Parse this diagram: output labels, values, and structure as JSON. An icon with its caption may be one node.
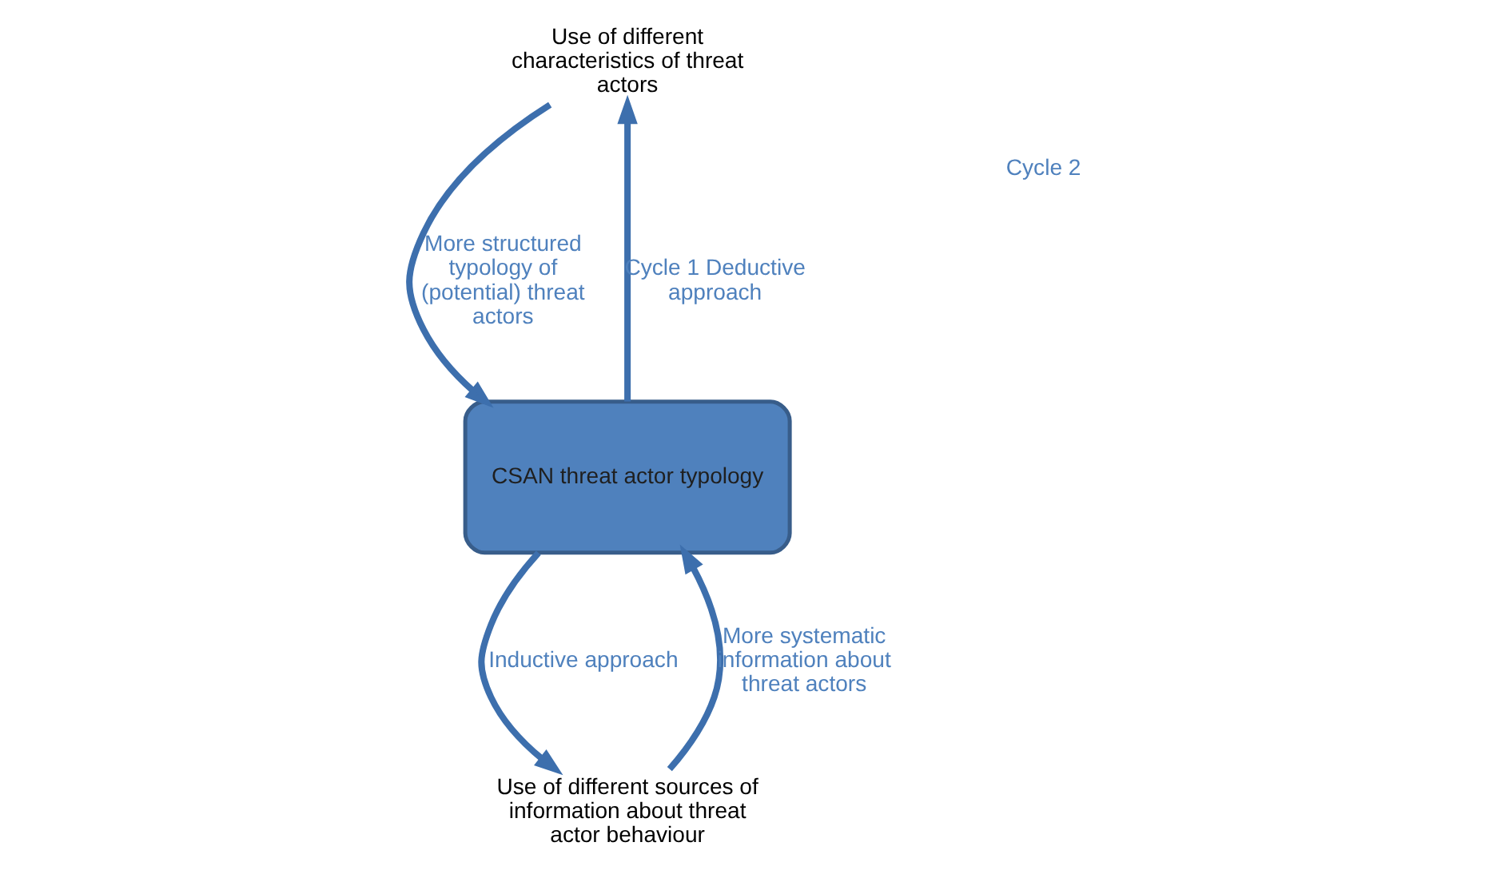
{
  "diagram": {
    "nodes": [
      {
        "text": [
          "CSAN threat actor typology"
        ]
      },
      {
        "text": [
          "Use of different characteristics of threat actors"
        ]
      },
      {
        "text": [
          "Use of different sources of information about threat actor behaviour"
        ]
      }
    ],
    "edges": [
      {
        "from": 0,
        "to": 1,
        "arrow": "to",
        "label": "Cycle 1 Deductive approach"
      },
      {
        "from": 1,
        "to": 0,
        "arrow": "to",
        "label": "More structured typology of (potential) threat actors"
      },
      {
        "from": 0,
        "to": 2,
        "arrow": "to",
        "label": "Inductive approach"
      },
      {
        "from": 2,
        "to": 0,
        "arrow": "to",
        "label": "More systematic information about threat actors"
      }
    ],
    "labels": [
      "Cycle 2"
    ]
  }
}
